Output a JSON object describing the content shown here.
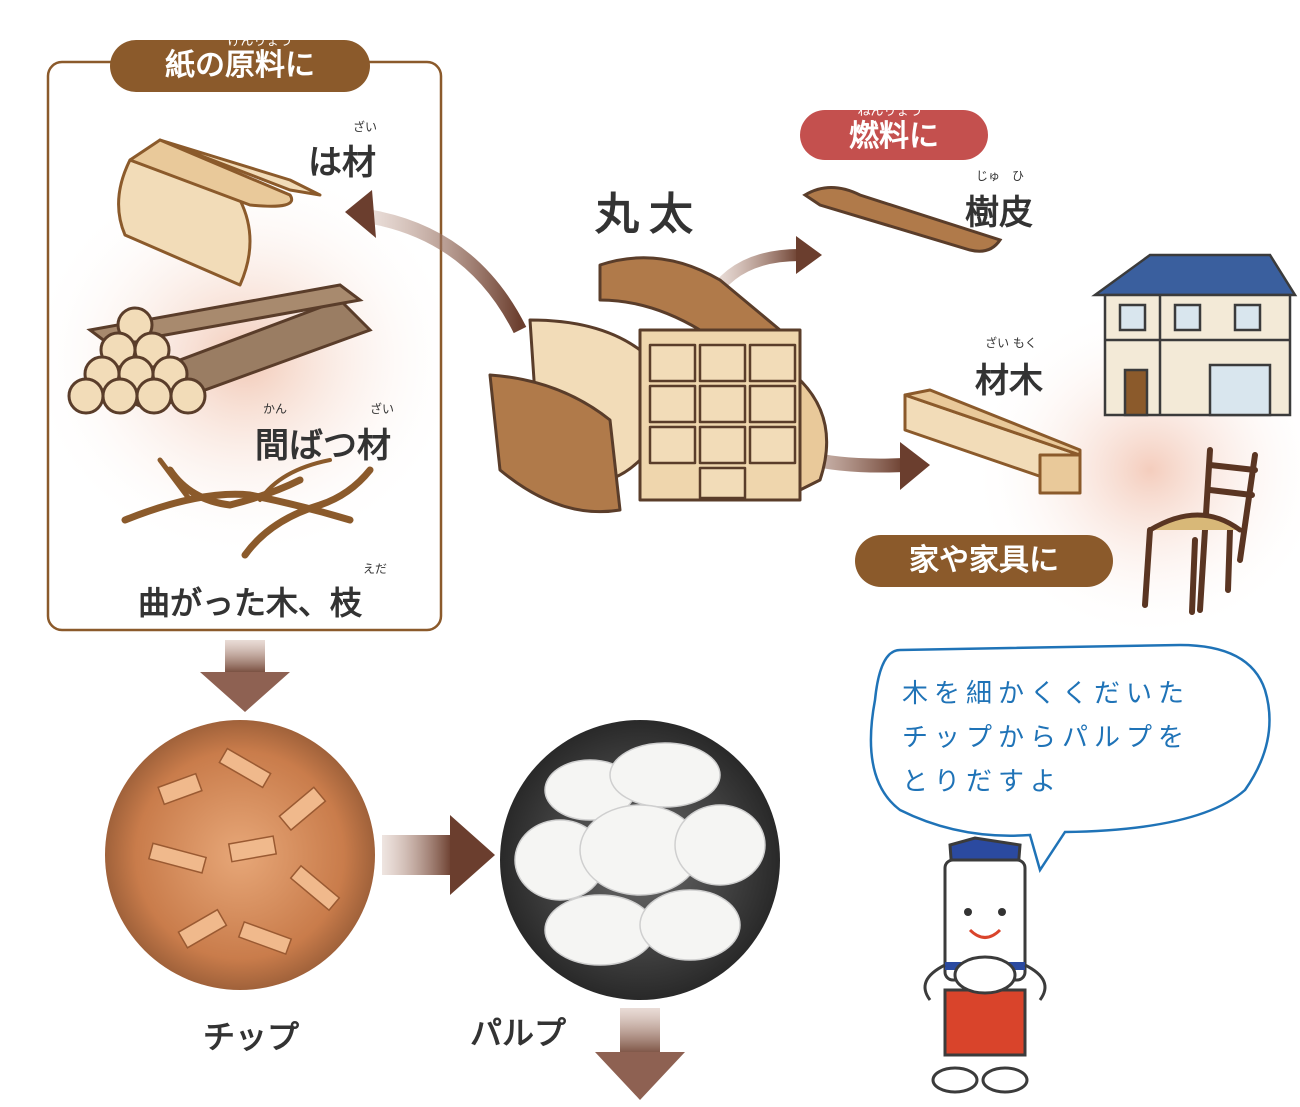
{
  "paper_section": {
    "title": "紙の原料に",
    "title_ruby": "げんりょう",
    "items": [
      {
        "label": "は材",
        "ruby": "ざい"
      },
      {
        "label": "間ばつ材",
        "ruby_a": "かん",
        "ruby_b": "ざい"
      },
      {
        "label": "曲がった木、枝",
        "ruby": "えだ"
      }
    ]
  },
  "center": {
    "label": "丸太"
  },
  "fuel": {
    "title": "燃料に",
    "title_ruby": "ねんりょう",
    "item": "樹皮",
    "item_ruby": "じゅ　ひ"
  },
  "lumber": {
    "item": "材木",
    "item_ruby": "ざい もく",
    "title": "家や家具に"
  },
  "flow": {
    "chip_label": "チップ",
    "pulp_label": "パルプ"
  },
  "speech": {
    "lines": [
      "木を細かくくだいた",
      "チップからパルプを",
      "とりだすよ"
    ]
  },
  "colors": {
    "brown": "#8b5a2b",
    "red": "#c4504e",
    "blue_text": "#1f73b7",
    "arrow_dark": "#6b3e2e"
  }
}
